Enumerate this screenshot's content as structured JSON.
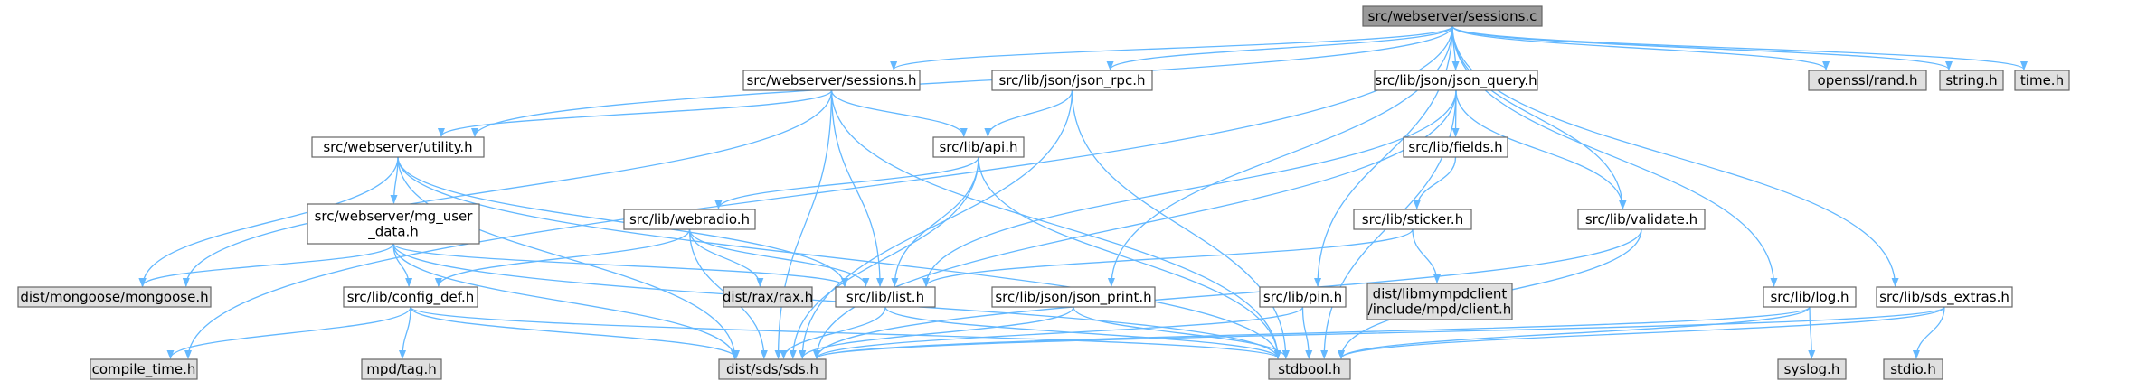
{
  "diagram": {
    "colors": {
      "root_fill": "#999999",
      "documented_fill": "#ffffff",
      "system_fill": "#e0e0e0",
      "node_border": "#666666",
      "edge": "#63b8ff",
      "text": "#000000"
    },
    "nodes": [
      {
        "id": "root",
        "label": [
          "src/webserver/sessions.c"
        ],
        "kind": "root"
      },
      {
        "id": "sessions_h",
        "label": [
          "src/webserver/sessions.h"
        ],
        "kind": "documented"
      },
      {
        "id": "json_rpc",
        "label": [
          "src/lib/json/json_rpc.h"
        ],
        "kind": "documented"
      },
      {
        "id": "json_query",
        "label": [
          "src/lib/json/json_query.h"
        ],
        "kind": "documented"
      },
      {
        "id": "openssl",
        "label": [
          "openssl/rand.h"
        ],
        "kind": "system"
      },
      {
        "id": "string_h",
        "label": [
          "string.h"
        ],
        "kind": "system"
      },
      {
        "id": "time_h",
        "label": [
          "time.h"
        ],
        "kind": "system"
      },
      {
        "id": "utility",
        "label": [
          "src/webserver/utility.h"
        ],
        "kind": "documented"
      },
      {
        "id": "api",
        "label": [
          "src/lib/api.h"
        ],
        "kind": "documented"
      },
      {
        "id": "fields",
        "label": [
          "src/lib/fields.h"
        ],
        "kind": "documented"
      },
      {
        "id": "mg_user",
        "label": [
          "src/webserver/mg_user",
          "_data.h"
        ],
        "kind": "documented"
      },
      {
        "id": "webradio",
        "label": [
          "src/lib/webradio.h"
        ],
        "kind": "documented"
      },
      {
        "id": "sticker",
        "label": [
          "src/lib/sticker.h"
        ],
        "kind": "documented"
      },
      {
        "id": "validate",
        "label": [
          "src/lib/validate.h"
        ],
        "kind": "documented"
      },
      {
        "id": "mongoose",
        "label": [
          "dist/mongoose/mongoose.h"
        ],
        "kind": "system"
      },
      {
        "id": "rax",
        "label": [
          "dist/rax/rax.h"
        ],
        "kind": "system"
      },
      {
        "id": "list",
        "label": [
          "src/lib/list.h"
        ],
        "kind": "documented"
      },
      {
        "id": "libmpd",
        "label": [
          "dist/libmympdclient",
          "/include/mpd/client.h"
        ],
        "kind": "system"
      },
      {
        "id": "config_def",
        "label": [
          "src/lib/config_def.h"
        ],
        "kind": "documented"
      },
      {
        "id": "json_print",
        "label": [
          "src/lib/json/json_print.h"
        ],
        "kind": "documented"
      },
      {
        "id": "pin",
        "label": [
          "src/lib/pin.h"
        ],
        "kind": "documented"
      },
      {
        "id": "log_h",
        "label": [
          "src/lib/log.h"
        ],
        "kind": "documented"
      },
      {
        "id": "sds_extras",
        "label": [
          "src/lib/sds_extras.h"
        ],
        "kind": "documented"
      },
      {
        "id": "compile_time",
        "label": [
          "compile_time.h"
        ],
        "kind": "system"
      },
      {
        "id": "mpd_tag",
        "label": [
          "mpd/tag.h"
        ],
        "kind": "system"
      },
      {
        "id": "sds",
        "label": [
          "dist/sds/sds.h"
        ],
        "kind": "system"
      },
      {
        "id": "stdbool",
        "label": [
          "stdbool.h"
        ],
        "kind": "system"
      },
      {
        "id": "syslog",
        "label": [
          "syslog.h"
        ],
        "kind": "system"
      },
      {
        "id": "stdio",
        "label": [
          "stdio.h"
        ],
        "kind": "system"
      }
    ],
    "edges": [
      [
        "root",
        "sessions_h"
      ],
      [
        "root",
        "json_rpc"
      ],
      [
        "root",
        "json_query"
      ],
      [
        "root",
        "openssl"
      ],
      [
        "root",
        "string_h"
      ],
      [
        "root",
        "time_h"
      ],
      [
        "root",
        "utility"
      ],
      [
        "root",
        "compile_time"
      ],
      [
        "root",
        "json_print"
      ],
      [
        "root",
        "pin"
      ],
      [
        "root",
        "validate"
      ],
      [
        "root",
        "log_h"
      ],
      [
        "root",
        "sds_extras"
      ],
      [
        "sessions_h",
        "utility"
      ],
      [
        "sessions_h",
        "api"
      ],
      [
        "sessions_h",
        "list"
      ],
      [
        "sessions_h",
        "sds"
      ],
      [
        "sessions_h",
        "stdbool"
      ],
      [
        "sessions_h",
        "mongoose"
      ],
      [
        "json_rpc",
        "api"
      ],
      [
        "json_rpc",
        "sds"
      ],
      [
        "json_rpc",
        "stdbool"
      ],
      [
        "json_query",
        "fields"
      ],
      [
        "json_query",
        "validate"
      ],
      [
        "json_query",
        "list"
      ],
      [
        "json_query",
        "sds"
      ],
      [
        "json_query",
        "stdbool"
      ],
      [
        "utility",
        "mg_user"
      ],
      [
        "utility",
        "mongoose"
      ],
      [
        "utility",
        "list"
      ],
      [
        "utility",
        "sds"
      ],
      [
        "utility",
        "stdbool"
      ],
      [
        "api",
        "webradio"
      ],
      [
        "api",
        "list"
      ],
      [
        "api",
        "sds"
      ],
      [
        "api",
        "stdbool"
      ],
      [
        "fields",
        "sticker"
      ],
      [
        "mg_user",
        "mongoose"
      ],
      [
        "mg_user",
        "config_def"
      ],
      [
        "mg_user",
        "list"
      ],
      [
        "mg_user",
        "sds"
      ],
      [
        "mg_user",
        "stdbool"
      ],
      [
        "webradio",
        "config_def"
      ],
      [
        "webradio",
        "rax"
      ],
      [
        "webradio",
        "list"
      ],
      [
        "webradio",
        "sds"
      ],
      [
        "sticker",
        "list"
      ],
      [
        "sticker",
        "libmpd"
      ],
      [
        "validate",
        "sds"
      ],
      [
        "validate",
        "stdbool"
      ],
      [
        "list",
        "sds"
      ],
      [
        "list",
        "stdbool"
      ],
      [
        "config_def",
        "compile_time"
      ],
      [
        "config_def",
        "mpd_tag"
      ],
      [
        "config_def",
        "sds"
      ],
      [
        "config_def",
        "stdbool"
      ],
      [
        "json_print",
        "sds"
      ],
      [
        "json_print",
        "stdbool"
      ],
      [
        "pin",
        "sds"
      ],
      [
        "pin",
        "stdbool"
      ],
      [
        "log_h",
        "syslog"
      ],
      [
        "log_h",
        "sds"
      ],
      [
        "log_h",
        "stdbool"
      ],
      [
        "sds_extras",
        "stdio"
      ],
      [
        "sds_extras",
        "sds"
      ],
      [
        "sds_extras",
        "stdbool"
      ]
    ]
  }
}
